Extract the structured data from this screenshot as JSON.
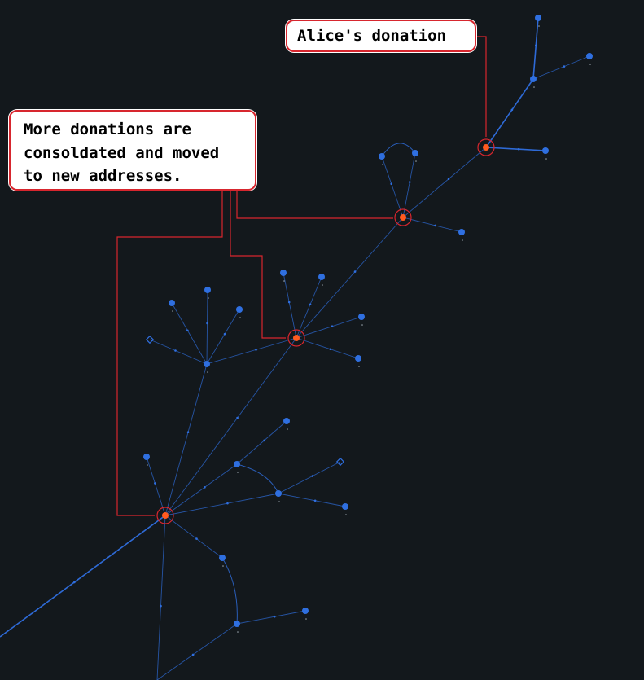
{
  "annotations": {
    "alice": {
      "text": "Alice's donation"
    },
    "more": {
      "lines": [
        "More donations are",
        "consoldated and moved",
        "to new addresses."
      ]
    }
  },
  "colors": {
    "background": "#13181c",
    "edge": "#2f6fe0",
    "node": "#2f6fe0",
    "node_highlight": "#ff5a1f",
    "callout_border": "#d7262e",
    "callout_fill": "#ffffff"
  },
  "graph": {
    "hub_nodes": [
      "alice",
      "h2",
      "h3",
      "h4"
    ],
    "node_types": {
      "circle": "address",
      "diamond": "address-diamond",
      "hub": "consolidation-address"
    }
  }
}
